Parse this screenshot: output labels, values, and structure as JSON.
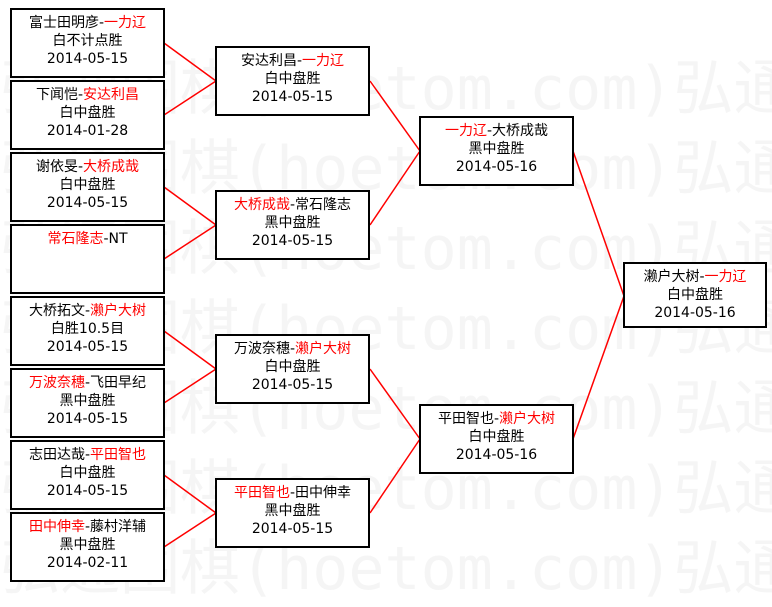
{
  "watermark": "弘通围棋(hoetom.com)弘通围棋(hoetom.com)",
  "colors": {
    "winner": "#ff0000",
    "line": "#ff0000",
    "border": "#000000"
  },
  "round1": [
    {
      "p1": "富士田明彦",
      "p2": "一力辽",
      "winner": 2,
      "result": "白不计点胜",
      "date": "2014-05-15"
    },
    {
      "p1": "下闻恺",
      "p2": "安达利昌",
      "winner": 2,
      "result": "白中盘胜",
      "date": "2014-01-28"
    },
    {
      "p1": "谢依旻",
      "p2": "大桥成哉",
      "winner": 2,
      "result": "白中盘胜",
      "date": "2014-05-15"
    },
    {
      "p1": "常石隆志",
      "p2": "NT",
      "winner": 1,
      "result": "",
      "date": ""
    },
    {
      "p1": "大桥拓文",
      "p2": "濑户大树",
      "winner": 2,
      "result": "白胜10.5目",
      "date": "2014-05-15"
    },
    {
      "p1": "万波奈穗",
      "p2": "飞田早纪",
      "winner": 1,
      "result": "黑中盘胜",
      "date": "2014-05-15"
    },
    {
      "p1": "志田达哉",
      "p2": "平田智也",
      "winner": 2,
      "result": "白中盘胜",
      "date": "2014-05-15"
    },
    {
      "p1": "田中伸幸",
      "p2": "藤村洋辅",
      "winner": 1,
      "result": "黑中盘胜",
      "date": "2014-02-11"
    }
  ],
  "round2": [
    {
      "p1": "安达利昌",
      "p2": "一力辽",
      "winner": 2,
      "result": "白中盘胜",
      "date": "2014-05-15"
    },
    {
      "p1": "大桥成哉",
      "p2": "常石隆志",
      "winner": 1,
      "result": "黑中盘胜",
      "date": "2014-05-15"
    },
    {
      "p1": "万波奈穗",
      "p2": "濑户大树",
      "winner": 2,
      "result": "白中盘胜",
      "date": "2014-05-15"
    },
    {
      "p1": "平田智也",
      "p2": "田中伸幸",
      "winner": 1,
      "result": "黑中盘胜",
      "date": "2014-05-15"
    }
  ],
  "round3": [
    {
      "p1": "一力辽",
      "p2": "大桥成哉",
      "winner": 1,
      "result": "黑中盘胜",
      "date": "2014-05-16"
    },
    {
      "p1": "平田智也",
      "p2": "濑户大树",
      "winner": 2,
      "result": "白中盘胜",
      "date": "2014-05-16"
    }
  ],
  "round4": [
    {
      "p1": "濑户大树",
      "p2": "一力辽",
      "winner": 2,
      "result": "白中盘胜",
      "date": "2014-05-16"
    }
  ]
}
